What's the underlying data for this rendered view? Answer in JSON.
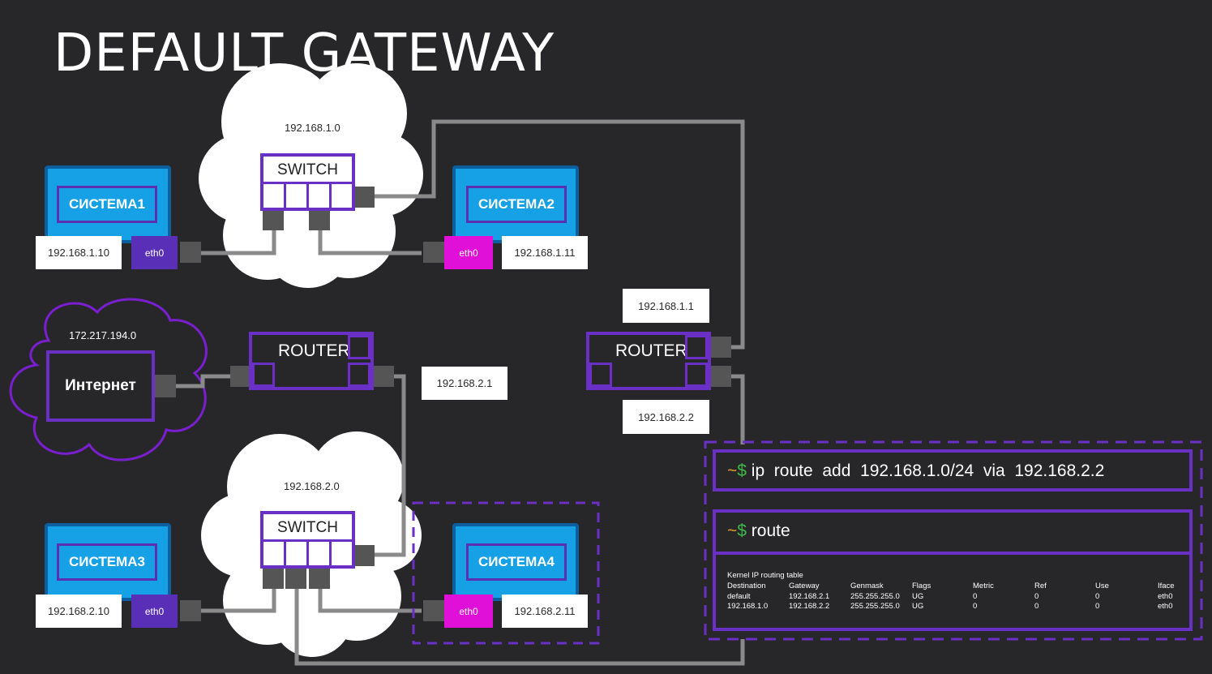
{
  "title": "DEFAULT GATEWAY",
  "networks": {
    "net1": "192.168.1.0",
    "net2": "192.168.2.0",
    "internet_net": "172.217.194.0"
  },
  "switch_label": "SWITCH",
  "router_label": "ROUTER",
  "internet_label": "Интернет",
  "systems": [
    {
      "name": "СИСТЕМА1",
      "ip": "192.168.1.10",
      "iface": "eth0"
    },
    {
      "name": "СИСТЕМА2",
      "ip": "192.168.1.11",
      "iface": "eth0"
    },
    {
      "name": "СИСТЕМА3",
      "ip": "192.168.2.10",
      "iface": "eth0"
    },
    {
      "name": "СИСТЕМА4",
      "ip": "192.168.2.11",
      "iface": "eth0"
    }
  ],
  "router_ips": {
    "left_router": "192.168.2.1",
    "right_router_top": "192.168.1.1",
    "right_router_bottom": "192.168.2.2"
  },
  "terminal": {
    "prompt_tilde": "~",
    "prompt_dollar": "$",
    "command1": "ip  route  add  192.168.1.0/24  via  192.168.2.2",
    "command2": "route",
    "table_title": "Kernel IP routing table",
    "headers": [
      "Destination",
      "Gateway",
      "Genmask",
      "Flags",
      "Metric",
      "Ref",
      "Use",
      "Iface"
    ],
    "rows": [
      [
        "default",
        "192.168.2.1",
        "255.255.255.0",
        "UG",
        "0",
        "0",
        "0",
        "eth0"
      ],
      [
        "192.168.1.0",
        "192.168.2.2",
        "255.255.255.0",
        "UG",
        "0",
        "0",
        "0",
        "eth0"
      ]
    ]
  },
  "colors": {
    "background": "#272629",
    "purple": "#6a2fc4",
    "magenta": "#e010d8",
    "screen_blue": "#16a0e6",
    "cable": "#8a8a8a"
  }
}
